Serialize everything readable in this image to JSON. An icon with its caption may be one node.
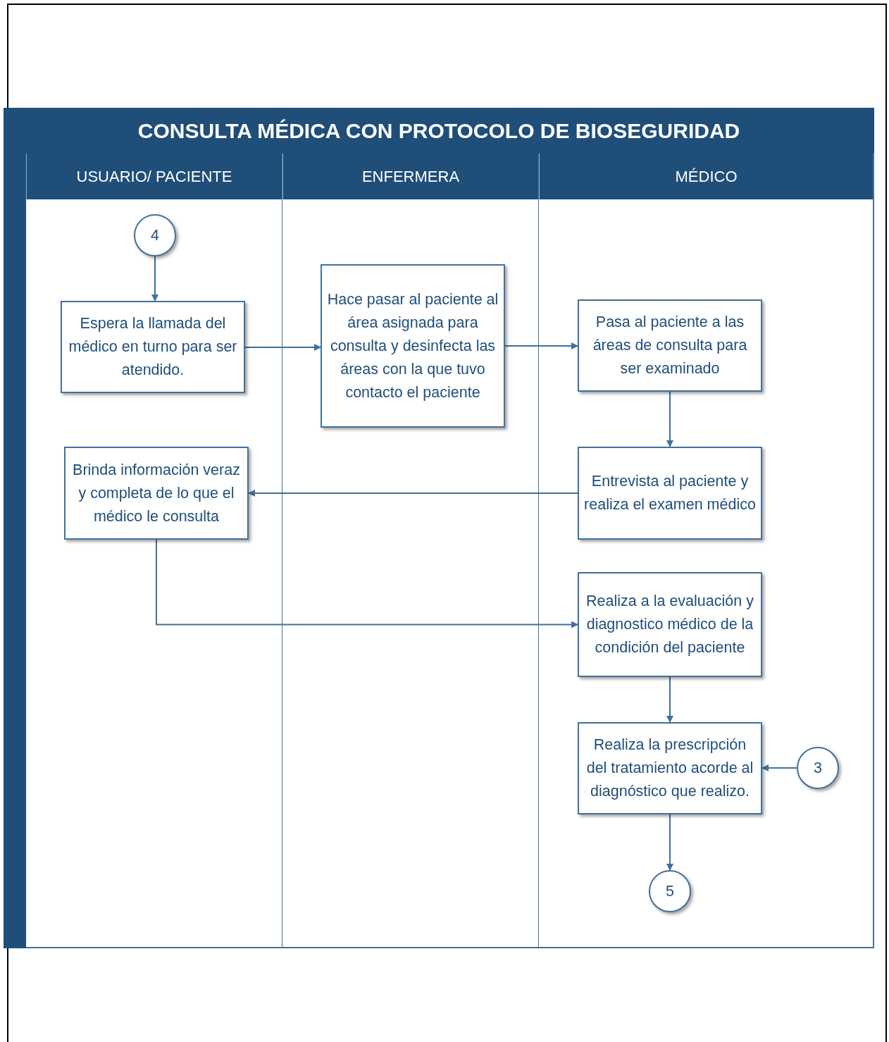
{
  "diagram": {
    "title": "CONSULTA MÉDICA CON PROTOCOLO DE BIOSEGURIDAD",
    "nodes": [
      {
        "text": [
          "USUARIO/ PACIENTE"
        ]
      },
      {
        "text": [
          "ENFERMERA"
        ]
      },
      {
        "text": [
          "MÉDICO"
        ]
      },
      {
        "text": [
          "4"
        ],
        "in": 0
      },
      {
        "text": [
          "Espera la llamada del médico en turno para ser atendido."
        ],
        "in": 0
      },
      {
        "text": [
          "Hace pasar al paciente al área asignada para consulta y desinfecta las áreas con la que tuvo contacto el paciente"
        ],
        "in": 1
      },
      {
        "text": [
          "Pasa al paciente a las áreas de consulta para ser examinado"
        ],
        "in": 2
      },
      {
        "text": [
          "Brinda información veraz y completa de lo que el médico le consulta"
        ],
        "in": 0
      },
      {
        "text": [
          "Entrevista al paciente y realiza el examen médico"
        ],
        "in": 2
      },
      {
        "text": [
          "Realiza a la evaluación y diagnostico médico de la condición del paciente"
        ],
        "in": 2
      },
      {
        "text": [
          "Realiza la prescripción del tratamiento acorde al diagnóstico que realizo."
        ],
        "in": 2
      },
      {
        "text": [
          "3"
        ],
        "in": 2
      },
      {
        "text": [
          "5"
        ],
        "in": 2
      }
    ],
    "edges": [
      {
        "from": 3,
        "to": 4,
        "arrow": "to"
      },
      {
        "from": 4,
        "to": 5,
        "arrow": "to"
      },
      {
        "from": 5,
        "to": 6,
        "arrow": "to"
      },
      {
        "from": 6,
        "to": 8,
        "arrow": "to"
      },
      {
        "from": 8,
        "to": 7,
        "arrow": "to"
      },
      {
        "from": 7,
        "to": 9,
        "arrow": "to"
      },
      {
        "from": 9,
        "to": 10,
        "arrow": "to"
      },
      {
        "from": 11,
        "to": 10,
        "arrow": "to"
      },
      {
        "from": 10,
        "to": 12,
        "arrow": "to"
      }
    ]
  }
}
